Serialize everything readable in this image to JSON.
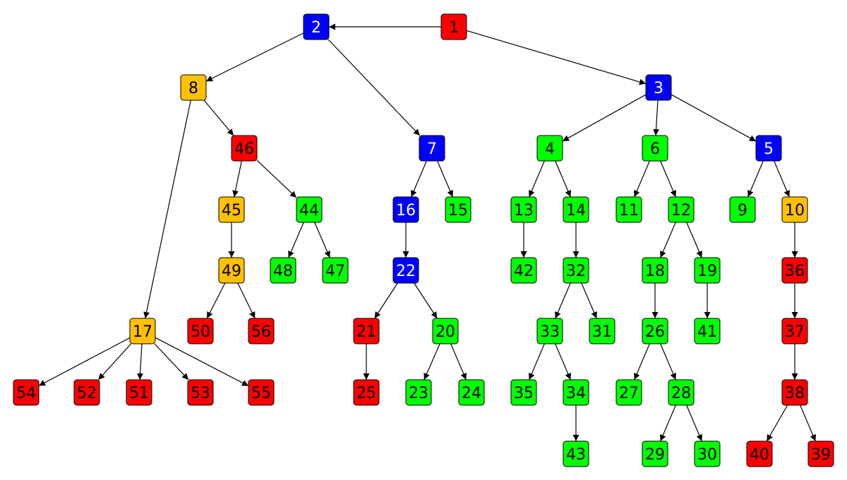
{
  "colors": {
    "red": "#ff0000",
    "blue": "#0000ff",
    "orange": "#ffc000",
    "green": "#00ff00",
    "edge": "#000000",
    "text_dark": "#000000",
    "text_light": "#ffffff"
  },
  "nodes": [
    {
      "id": "1",
      "label": "1",
      "color": "red"
    },
    {
      "id": "2",
      "label": "2",
      "color": "blue"
    },
    {
      "id": "3",
      "label": "3",
      "color": "blue"
    },
    {
      "id": "8",
      "label": "8",
      "color": "orange"
    },
    {
      "id": "46",
      "label": "46",
      "color": "red"
    },
    {
      "id": "7",
      "label": "7",
      "color": "blue"
    },
    {
      "id": "4",
      "label": "4",
      "color": "green"
    },
    {
      "id": "6",
      "label": "6",
      "color": "green"
    },
    {
      "id": "5",
      "label": "5",
      "color": "blue"
    },
    {
      "id": "45",
      "label": "45",
      "color": "orange"
    },
    {
      "id": "44",
      "label": "44",
      "color": "green"
    },
    {
      "id": "16",
      "label": "16",
      "color": "blue"
    },
    {
      "id": "15",
      "label": "15",
      "color": "green"
    },
    {
      "id": "13",
      "label": "13",
      "color": "green"
    },
    {
      "id": "14",
      "label": "14",
      "color": "green"
    },
    {
      "id": "11",
      "label": "11",
      "color": "green"
    },
    {
      "id": "12",
      "label": "12",
      "color": "green"
    },
    {
      "id": "9",
      "label": "9",
      "color": "green"
    },
    {
      "id": "10",
      "label": "10",
      "color": "orange"
    },
    {
      "id": "49",
      "label": "49",
      "color": "orange"
    },
    {
      "id": "48",
      "label": "48",
      "color": "green"
    },
    {
      "id": "47",
      "label": "47",
      "color": "green"
    },
    {
      "id": "22",
      "label": "22",
      "color": "blue"
    },
    {
      "id": "42",
      "label": "42",
      "color": "green"
    },
    {
      "id": "32",
      "label": "32",
      "color": "green"
    },
    {
      "id": "18",
      "label": "18",
      "color": "green"
    },
    {
      "id": "19",
      "label": "19",
      "color": "green"
    },
    {
      "id": "36",
      "label": "36",
      "color": "red"
    },
    {
      "id": "17",
      "label": "17",
      "color": "orange"
    },
    {
      "id": "50",
      "label": "50",
      "color": "red"
    },
    {
      "id": "56",
      "label": "56",
      "color": "red"
    },
    {
      "id": "21",
      "label": "21",
      "color": "red"
    },
    {
      "id": "20",
      "label": "20",
      "color": "green"
    },
    {
      "id": "33",
      "label": "33",
      "color": "green"
    },
    {
      "id": "31",
      "label": "31",
      "color": "green"
    },
    {
      "id": "26",
      "label": "26",
      "color": "green"
    },
    {
      "id": "41",
      "label": "41",
      "color": "green"
    },
    {
      "id": "37",
      "label": "37",
      "color": "red"
    },
    {
      "id": "54",
      "label": "54",
      "color": "red"
    },
    {
      "id": "52",
      "label": "52",
      "color": "red"
    },
    {
      "id": "51",
      "label": "51",
      "color": "red"
    },
    {
      "id": "53",
      "label": "53",
      "color": "red"
    },
    {
      "id": "55",
      "label": "55",
      "color": "red"
    },
    {
      "id": "25",
      "label": "25",
      "color": "red"
    },
    {
      "id": "23",
      "label": "23",
      "color": "green"
    },
    {
      "id": "24",
      "label": "24",
      "color": "green"
    },
    {
      "id": "35",
      "label": "35",
      "color": "green"
    },
    {
      "id": "34",
      "label": "34",
      "color": "green"
    },
    {
      "id": "27",
      "label": "27",
      "color": "green"
    },
    {
      "id": "28",
      "label": "28",
      "color": "green"
    },
    {
      "id": "38",
      "label": "38",
      "color": "red"
    },
    {
      "id": "43",
      "label": "43",
      "color": "green"
    },
    {
      "id": "29",
      "label": "29",
      "color": "green"
    },
    {
      "id": "30",
      "label": "30",
      "color": "green"
    },
    {
      "id": "40",
      "label": "40",
      "color": "red"
    },
    {
      "id": "39",
      "label": "39",
      "color": "red"
    }
  ],
  "edges": [
    [
      "1",
      "2"
    ],
    [
      "1",
      "3"
    ],
    [
      "2",
      "8"
    ],
    [
      "2",
      "7"
    ],
    [
      "8",
      "17"
    ],
    [
      "8",
      "46"
    ],
    [
      "46",
      "45"
    ],
    [
      "46",
      "44"
    ],
    [
      "45",
      "49"
    ],
    [
      "49",
      "50"
    ],
    [
      "49",
      "56"
    ],
    [
      "44",
      "48"
    ],
    [
      "44",
      "47"
    ],
    [
      "17",
      "54"
    ],
    [
      "17",
      "52"
    ],
    [
      "17",
      "51"
    ],
    [
      "17",
      "53"
    ],
    [
      "17",
      "55"
    ],
    [
      "7",
      "16"
    ],
    [
      "7",
      "15"
    ],
    [
      "16",
      "22"
    ],
    [
      "22",
      "21"
    ],
    [
      "22",
      "20"
    ],
    [
      "21",
      "25"
    ],
    [
      "20",
      "23"
    ],
    [
      "20",
      "24"
    ],
    [
      "3",
      "4"
    ],
    [
      "3",
      "6"
    ],
    [
      "3",
      "5"
    ],
    [
      "4",
      "13"
    ],
    [
      "4",
      "14"
    ],
    [
      "13",
      "42"
    ],
    [
      "14",
      "32"
    ],
    [
      "32",
      "33"
    ],
    [
      "32",
      "31"
    ],
    [
      "33",
      "35"
    ],
    [
      "33",
      "34"
    ],
    [
      "34",
      "43"
    ],
    [
      "6",
      "11"
    ],
    [
      "6",
      "12"
    ],
    [
      "12",
      "18"
    ],
    [
      "12",
      "19"
    ],
    [
      "18",
      "26"
    ],
    [
      "19",
      "41"
    ],
    [
      "26",
      "27"
    ],
    [
      "26",
      "28"
    ],
    [
      "28",
      "29"
    ],
    [
      "28",
      "30"
    ],
    [
      "5",
      "9"
    ],
    [
      "5",
      "10"
    ],
    [
      "10",
      "36"
    ],
    [
      "36",
      "37"
    ],
    [
      "37",
      "38"
    ],
    [
      "38",
      "40"
    ],
    [
      "38",
      "39"
    ]
  ]
}
